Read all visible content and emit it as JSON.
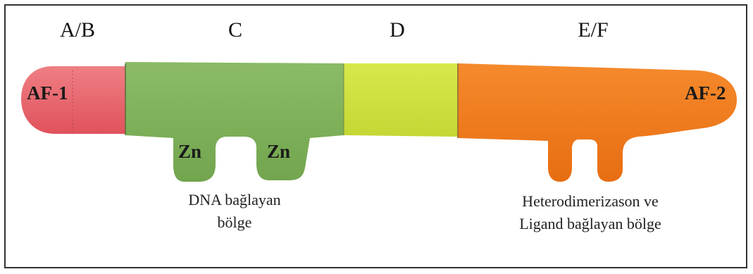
{
  "domains": [
    {
      "label": "A/B",
      "color": "#e8606a"
    },
    {
      "label": "C",
      "color": "#7fb05a"
    },
    {
      "label": "D",
      "color": "#cde03a"
    },
    {
      "label": "E/F",
      "color": "#f07b1e"
    }
  ],
  "motifs": {
    "af1": "AF-1",
    "af2": "AF-2",
    "zn_left": "Zn",
    "zn_right": "Zn"
  },
  "captions": {
    "dna_binding": [
      "DNA bağlayan",
      "bölge"
    ],
    "ligand_binding": [
      "Heterodimerizason ve",
      "Ligand bağlayan bölge"
    ]
  }
}
